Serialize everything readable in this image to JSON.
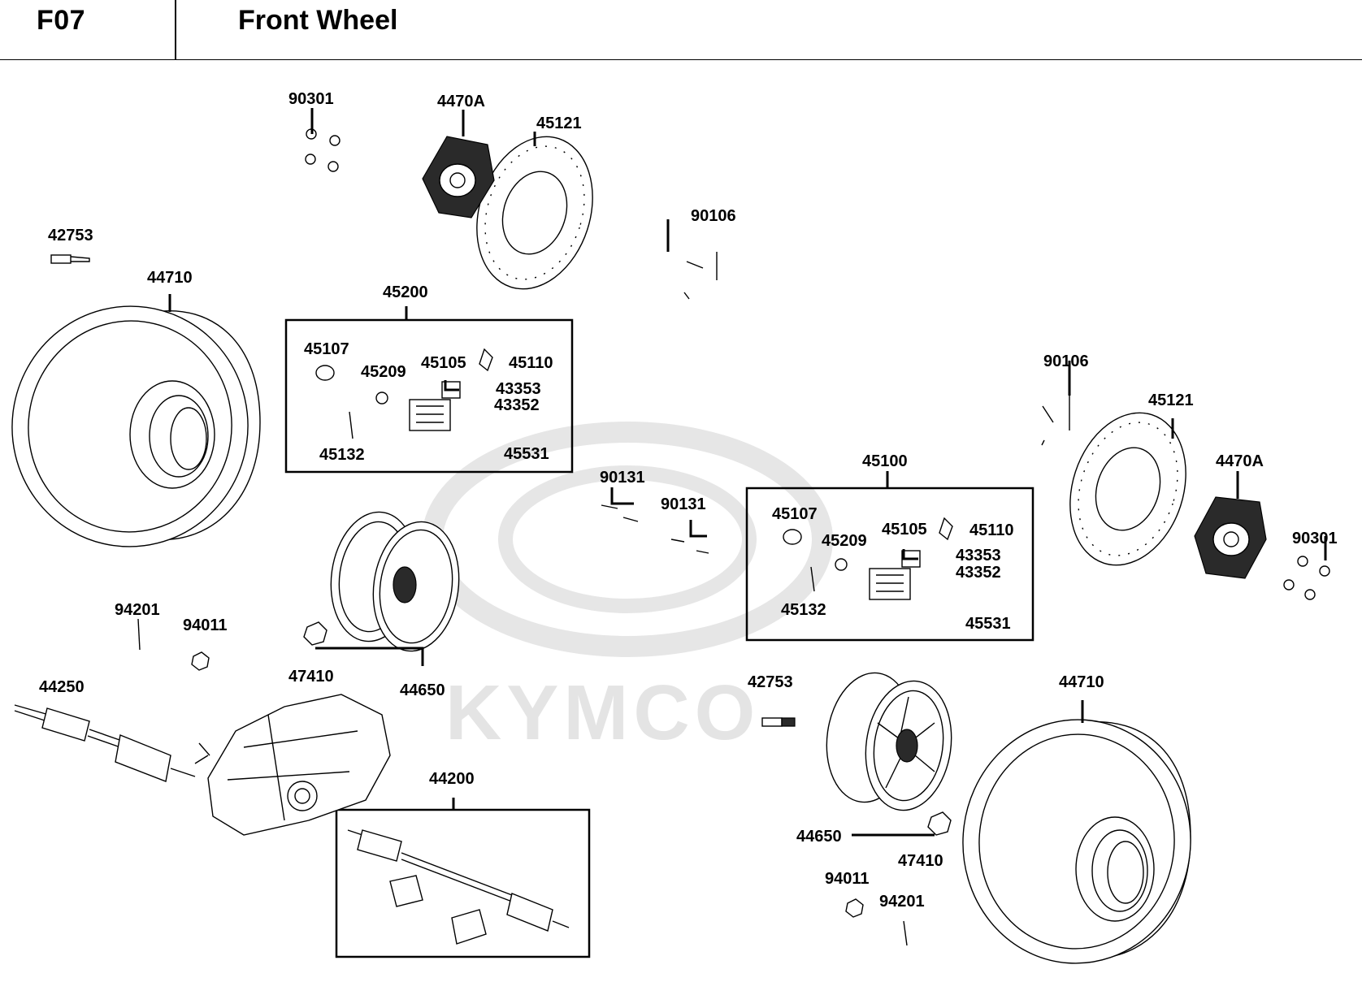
{
  "header": {
    "code": "F07",
    "title": "Front Wheel"
  },
  "watermark": {
    "brand": "KYMCO"
  },
  "parts": {
    "p90301_a": "90301",
    "p4470A_a": "4470A",
    "p45121_a": "45121",
    "p90106_a": "90106",
    "p42753_a": "42753",
    "p44710_a": "44710",
    "p45200": "45200",
    "p45107_a": "45107",
    "p45209_a": "45209",
    "p45105_a": "45105",
    "p45110_a": "45110",
    "p43353_a": "43353",
    "p43352_a": "43352",
    "p45132_a": "45132",
    "p45531_a": "45531",
    "p90106_b": "90106",
    "p45121_b": "45121",
    "p4470A_b": "4470A",
    "p90301_b": "90301",
    "p90131_a": "90131",
    "p90131_b": "90131",
    "p45100": "45100",
    "p45107_b": "45107",
    "p45209_b": "45209",
    "p45105_b": "45105",
    "p45110_b": "45110",
    "p43353_b": "43353",
    "p43352_b": "43352",
    "p45132_b": "45132",
    "p45531_b": "45531",
    "p94201_a": "94201",
    "p94011_a": "94011",
    "p47410_a": "47410",
    "p44650_a": "44650",
    "p44250": "44250",
    "p44200": "44200",
    "p42753_b": "42753",
    "p44710_b": "44710",
    "p44650_b": "44650",
    "p47410_b": "47410",
    "p94011_b": "94011",
    "p94201_b": "94201"
  }
}
